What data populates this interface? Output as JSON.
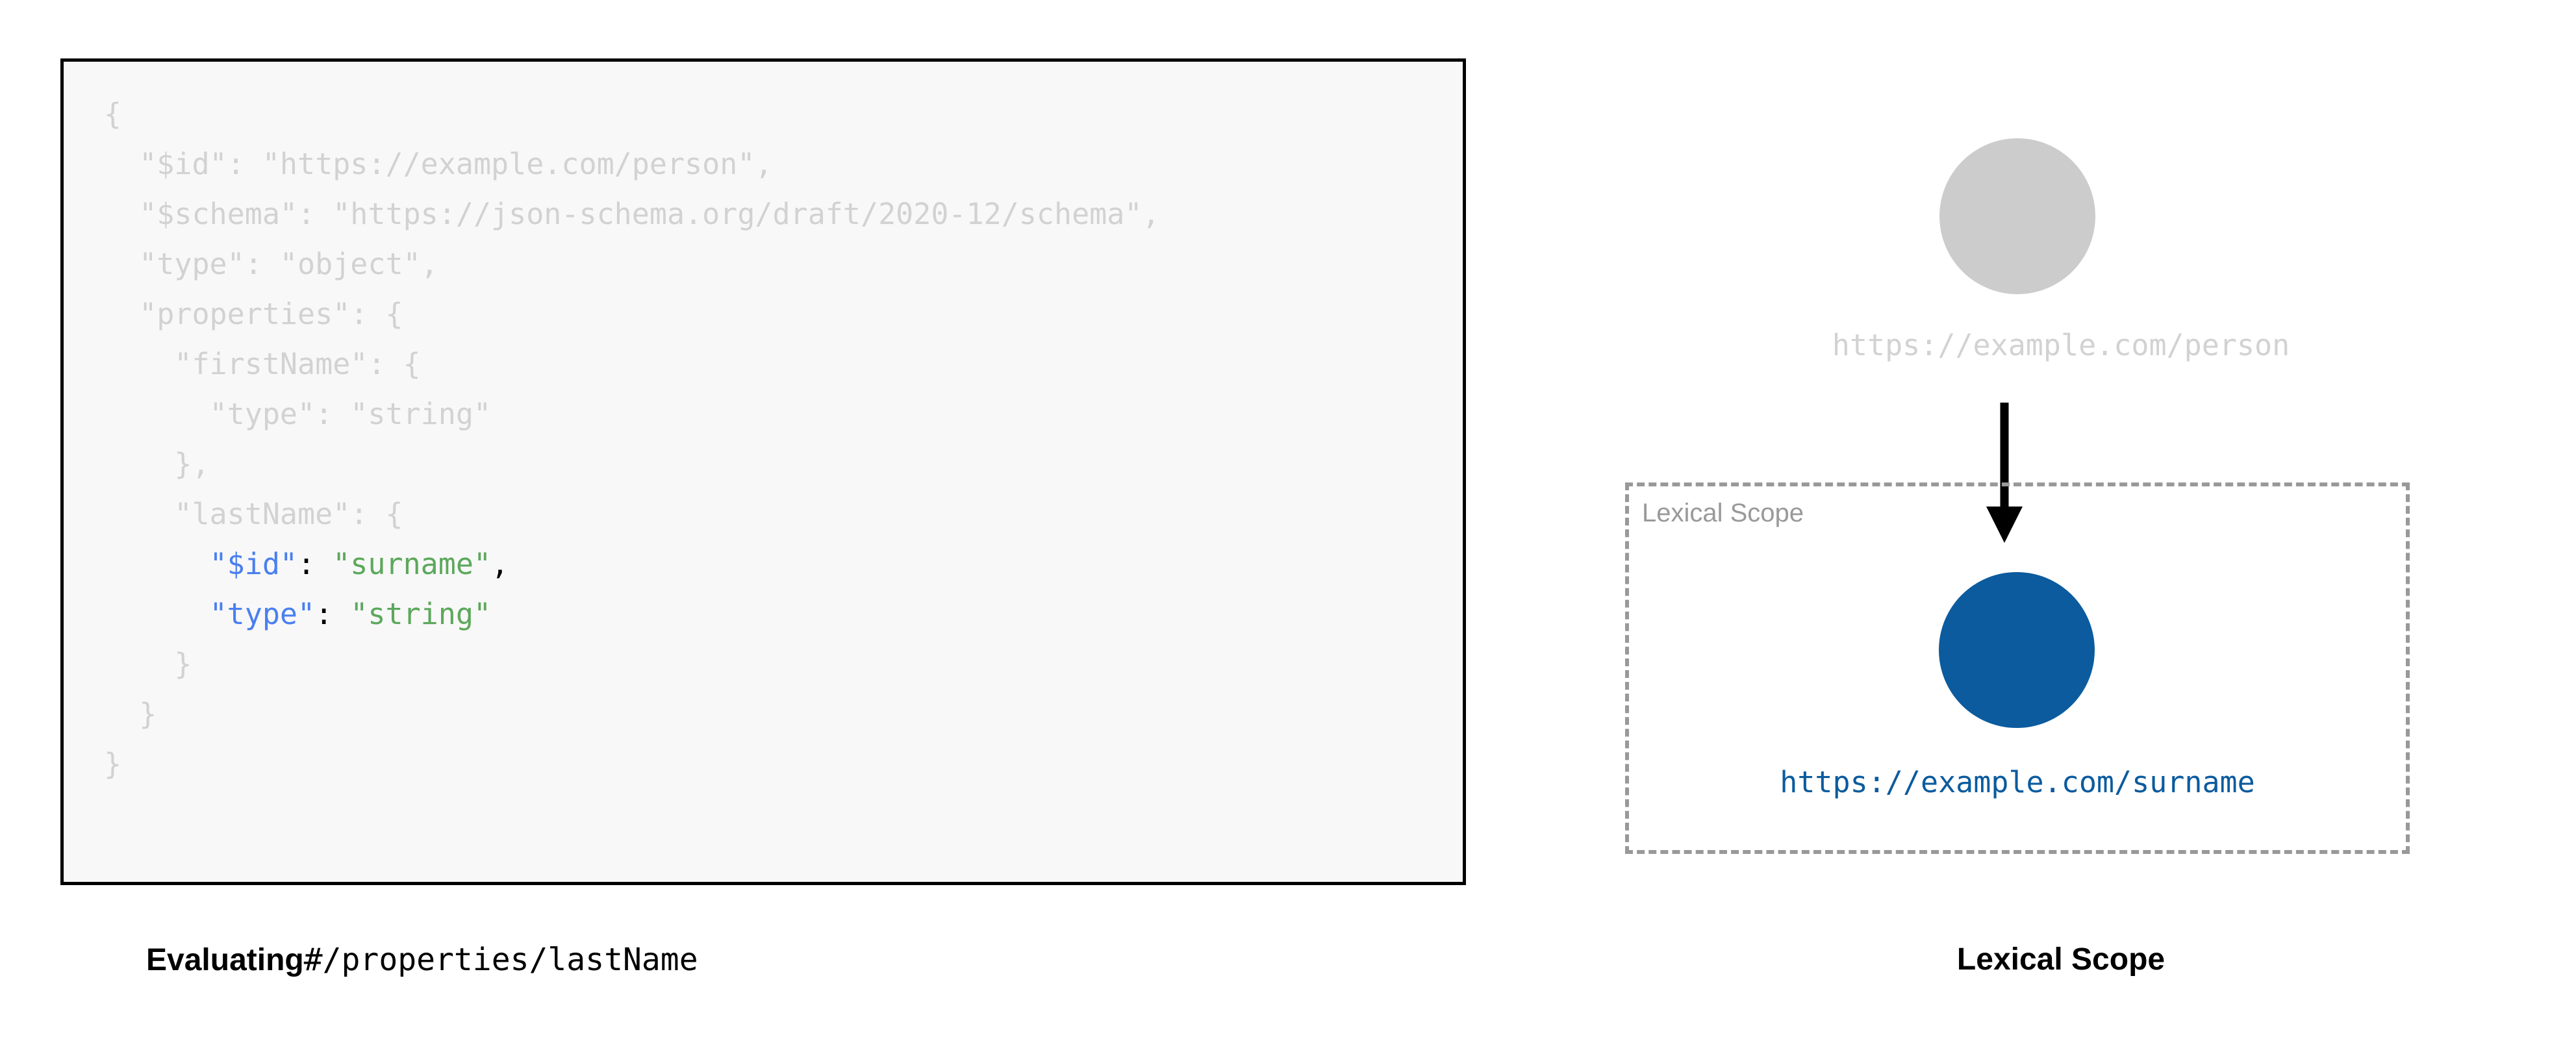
{
  "left": {
    "code_lines": [
      {
        "indent": 0,
        "segments": [
          {
            "text": "{",
            "style": "dim"
          }
        ]
      },
      {
        "indent": 1,
        "segments": [
          {
            "text": "\"$id\": \"https://example.com/person\",",
            "style": "dim"
          }
        ]
      },
      {
        "indent": 1,
        "segments": [
          {
            "text": "\"$schema\": \"https://json-schema.org/draft/2020-12/schema\",",
            "style": "dim"
          }
        ]
      },
      {
        "indent": 1,
        "segments": [
          {
            "text": "\"type\": \"object\",",
            "style": "dim"
          }
        ]
      },
      {
        "indent": 1,
        "segments": [
          {
            "text": "\"properties\": {",
            "style": "dim"
          }
        ]
      },
      {
        "indent": 2,
        "segments": [
          {
            "text": "\"firstName\": {",
            "style": "dim"
          }
        ]
      },
      {
        "indent": 3,
        "segments": [
          {
            "text": "\"type\": \"string\"",
            "style": "dim"
          }
        ]
      },
      {
        "indent": 2,
        "segments": [
          {
            "text": "},",
            "style": "dim"
          }
        ]
      },
      {
        "indent": 2,
        "segments": [
          {
            "text": "\"lastName\": {",
            "style": "dim"
          }
        ]
      },
      {
        "indent": 3,
        "segments": [
          {
            "text": "\"$id\"",
            "style": "key"
          },
          {
            "text": ": ",
            "style": "pun"
          },
          {
            "text": "\"surname\"",
            "style": "str"
          },
          {
            "text": ",",
            "style": "pun"
          }
        ]
      },
      {
        "indent": 3,
        "segments": [
          {
            "text": "\"type\"",
            "style": "key"
          },
          {
            "text": ": ",
            "style": "pun"
          },
          {
            "text": "\"string\"",
            "style": "str"
          }
        ]
      },
      {
        "indent": 2,
        "segments": [
          {
            "text": "}",
            "style": "dim"
          }
        ]
      },
      {
        "indent": 1,
        "segments": [
          {
            "text": "}",
            "style": "dim"
          }
        ]
      },
      {
        "indent": 0,
        "segments": [
          {
            "text": "}",
            "style": "dim"
          }
        ]
      }
    ],
    "caption_bold": "Evaluating",
    "caption_mono": "#/properties/lastName"
  },
  "right": {
    "root_node_label": "https://example.com/person",
    "scope_box_label": "Lexical Scope",
    "scoped_node_label": "https://example.com/surname",
    "caption_bold": "Lexical Scope",
    "arrow_icon": "down-arrow-icon"
  },
  "colors": {
    "code_dim": "#d2d2d2",
    "code_key": "#4a7ff0",
    "code_string": "#5ca85c",
    "code_punctuation": "#000000",
    "code_background": "#f8f8f8",
    "code_border": "#000000",
    "root_node_fill": "#cccccc",
    "scoped_node_fill": "#0b5b9e",
    "scope_box_stroke": "#999999",
    "scope_box_label": "#999999",
    "arrow_stroke": "#000000"
  }
}
